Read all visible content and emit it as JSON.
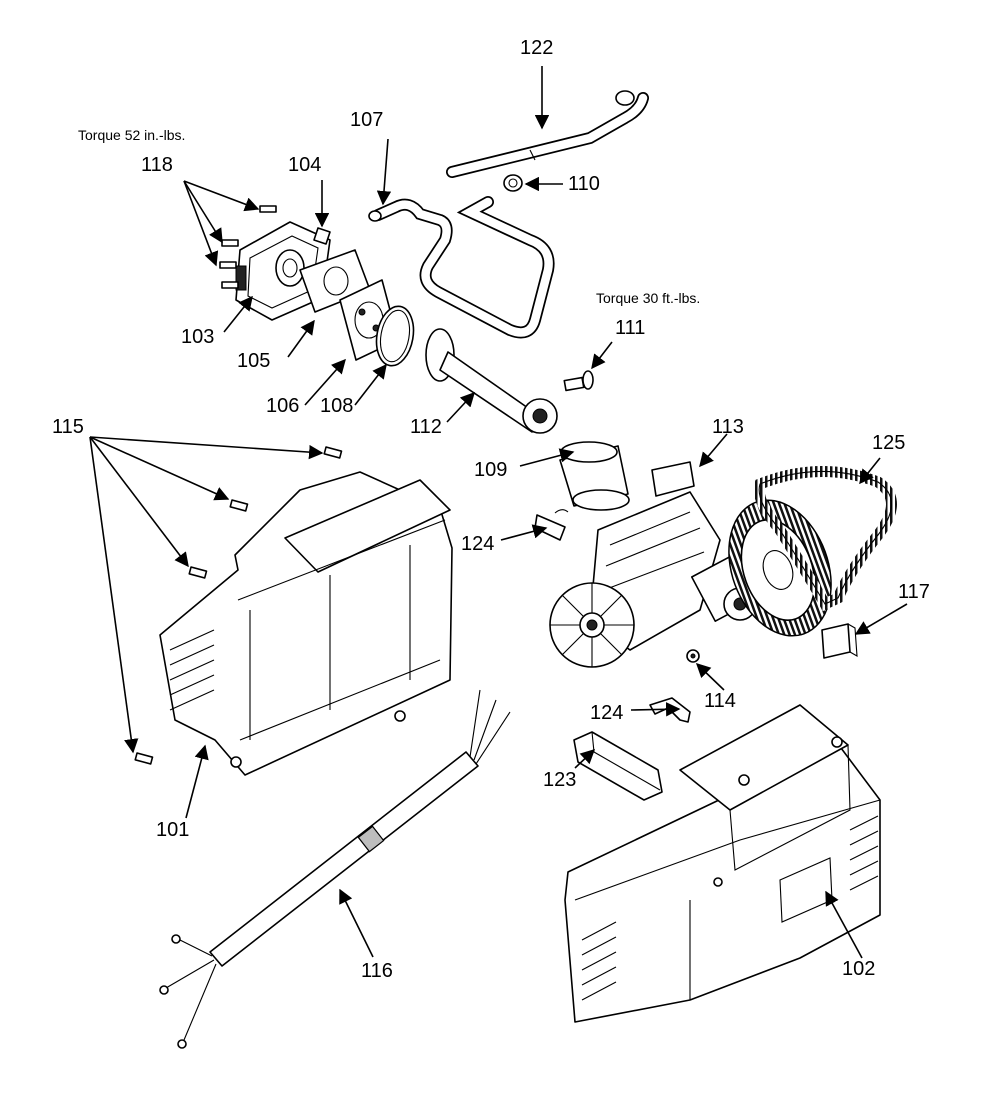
{
  "diagram": {
    "notes": {
      "torque_head": "Torque 52 in.-lbs.",
      "torque_rod": "Torque 30 ft.-lbs."
    },
    "labels": {
      "p101": "101",
      "p102": "102",
      "p103": "103",
      "p104": "104",
      "p105": "105",
      "p106": "106",
      "p107": "107",
      "p108": "108",
      "p109": "109",
      "p110": "110",
      "p111": "111",
      "p112": "112",
      "p113": "113",
      "p114": "114",
      "p115": "115",
      "p116": "116",
      "p117": "117",
      "p118": "118",
      "p122": "122",
      "p123": "123",
      "p124a": "124",
      "p124b": "124",
      "p125": "125"
    }
  }
}
